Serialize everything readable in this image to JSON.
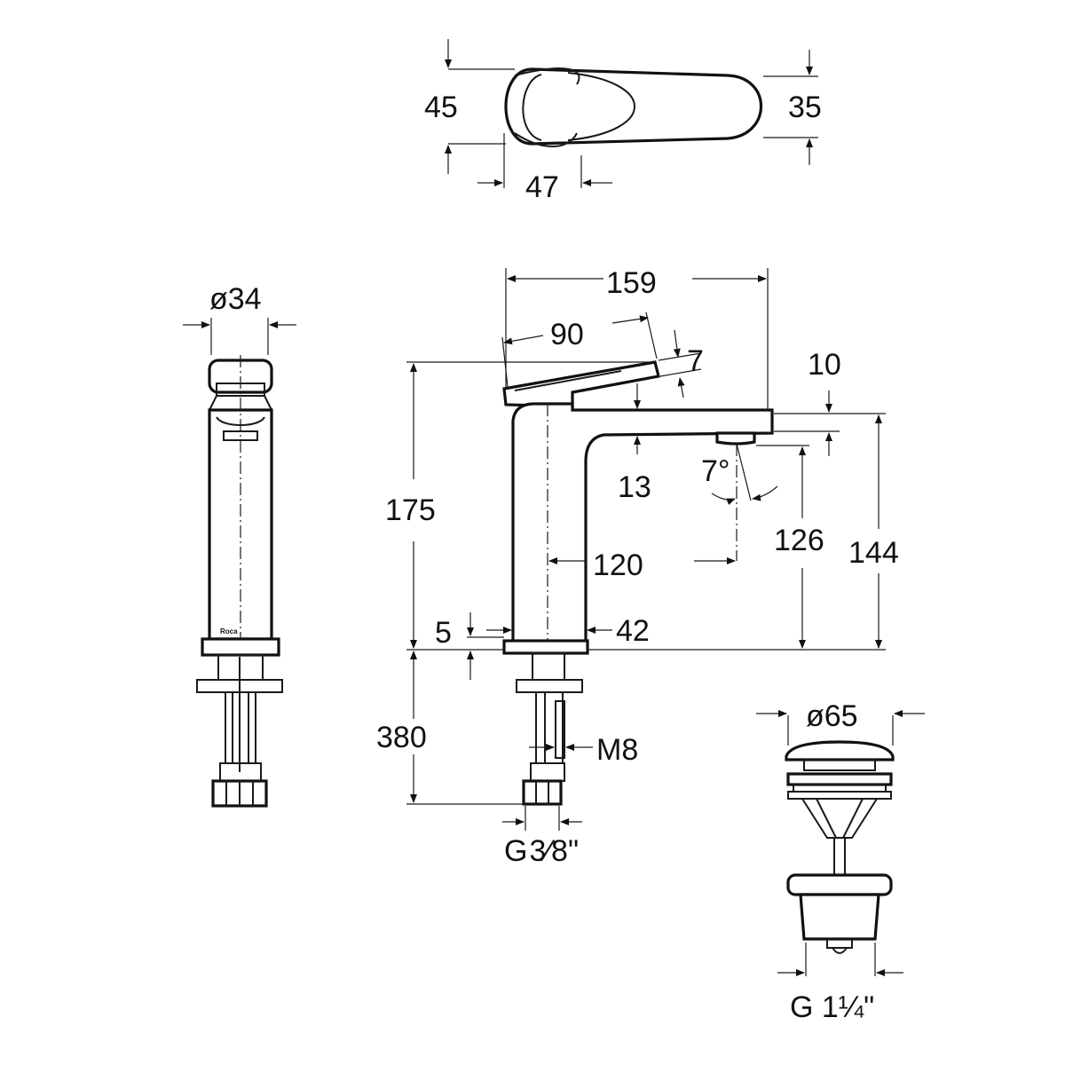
{
  "dimensions": {
    "top_view": {
      "height_left": "45",
      "height_right": "35",
      "width": "47"
    },
    "side_view": {
      "diameter": "ø34",
      "brand": "Roca"
    },
    "front_view": {
      "overall_length": "159",
      "lever_length": "90",
      "lever_angle": "7",
      "spout_thickness": "10",
      "spout_gap": "13",
      "aerator_angle": "7°",
      "height_total": "175",
      "reach": "120",
      "outlet_height": "126",
      "spout_top_height": "144",
      "base_height": "5",
      "body_width": "42",
      "hose_length": "380",
      "stud_thread": "M8",
      "hose_connection_numerator": "G",
      "hose_connection_fraction": "3⁄8\""
    },
    "drain_valve": {
      "diameter": "ø65",
      "thread": "G 1¼\""
    }
  }
}
